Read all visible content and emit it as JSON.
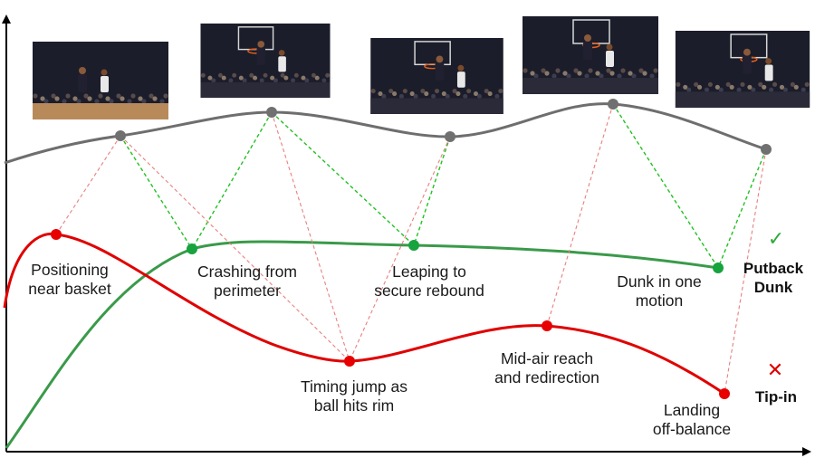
{
  "colors": {
    "top_curve": "#6e6e6e",
    "success": "#3a9a4a",
    "failure": "#e00000",
    "dash_green": "#22c022",
    "dash_red": "#e88080",
    "arena_dark": "#1b1d2a",
    "court": "#b88a5a"
  },
  "frames": [
    {
      "scene": "players-near-basket"
    },
    {
      "scene": "player-leaping-at-rim"
    },
    {
      "scene": "player-reaching-for-rebound"
    },
    {
      "scene": "player-dunking"
    },
    {
      "scene": "player-hanging-on-rim"
    }
  ],
  "success_steps": [
    {
      "lines": [
        "Crashing from",
        "perimeter"
      ]
    },
    {
      "lines": [
        "Leaping to",
        "secure rebound"
      ]
    },
    {
      "lines": [
        "Dunk in one",
        "motion"
      ]
    }
  ],
  "failure_steps": [
    {
      "lines": [
        "Positioning",
        "near basket"
      ]
    },
    {
      "lines": [
        "Timing jump as",
        "ball hits rim"
      ]
    },
    {
      "lines": [
        "Mid-air reach",
        "and redirection"
      ]
    },
    {
      "lines": [
        "Landing",
        "off-balance"
      ]
    }
  ],
  "legend": {
    "success": {
      "icon": "check-icon",
      "symbol": "✓",
      "lines": [
        "Putback",
        "Dunk"
      ]
    },
    "failure": {
      "icon": "cross-icon",
      "symbol": "✕",
      "lines": [
        "Tip-in"
      ]
    }
  }
}
